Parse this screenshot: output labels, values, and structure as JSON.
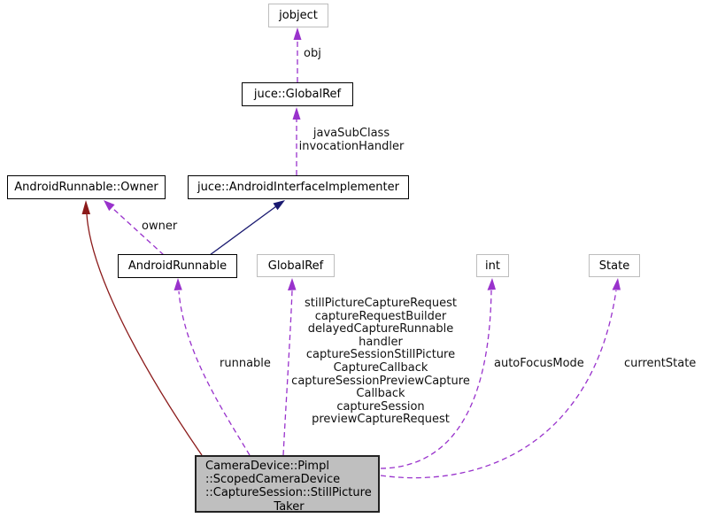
{
  "nodes": {
    "jobject": {
      "label": "jobject"
    },
    "juce_globalref": {
      "label": "juce::GlobalRef"
    },
    "android_interface_implementer": {
      "label": "juce::AndroidInterfaceImplementer"
    },
    "android_runnable_owner": {
      "label": "AndroidRunnable::Owner"
    },
    "android_runnable": {
      "label": "AndroidRunnable"
    },
    "globalref": {
      "label": "GlobalRef"
    },
    "int": {
      "label": "int"
    },
    "state": {
      "label": "State"
    },
    "main": {
      "lines": [
        "CameraDevice::Pimpl",
        "::ScopedCameraDevice",
        "::CaptureSession::StillPicture",
        "Taker"
      ]
    }
  },
  "edge_labels": {
    "obj": "obj",
    "invocation": [
      "javaSubClass",
      "invocationHandler"
    ],
    "owner": "owner",
    "runnable": "runnable",
    "members": [
      "stillPictureCaptureRequest",
      "captureRequestBuilder",
      "delayedCaptureRunnable",
      "handler",
      "captureSessionStillPicture",
      "CaptureCallback",
      "captureSessionPreviewCapture",
      "Callback",
      "captureSession",
      "previewCaptureRequest"
    ],
    "auto_focus_mode": "autoFocusMode",
    "current_state": "currentState"
  },
  "colors": {
    "usage_edge": "#9932cc",
    "public_inheritance_edge": "#191970",
    "private_inheritance_edge": "#8b1a1a",
    "node_fill": "#ffffff",
    "main_node_fill": "#bfbfbf",
    "linked_node_border": "#000000",
    "plain_node_border": "#bdbdbd"
  }
}
